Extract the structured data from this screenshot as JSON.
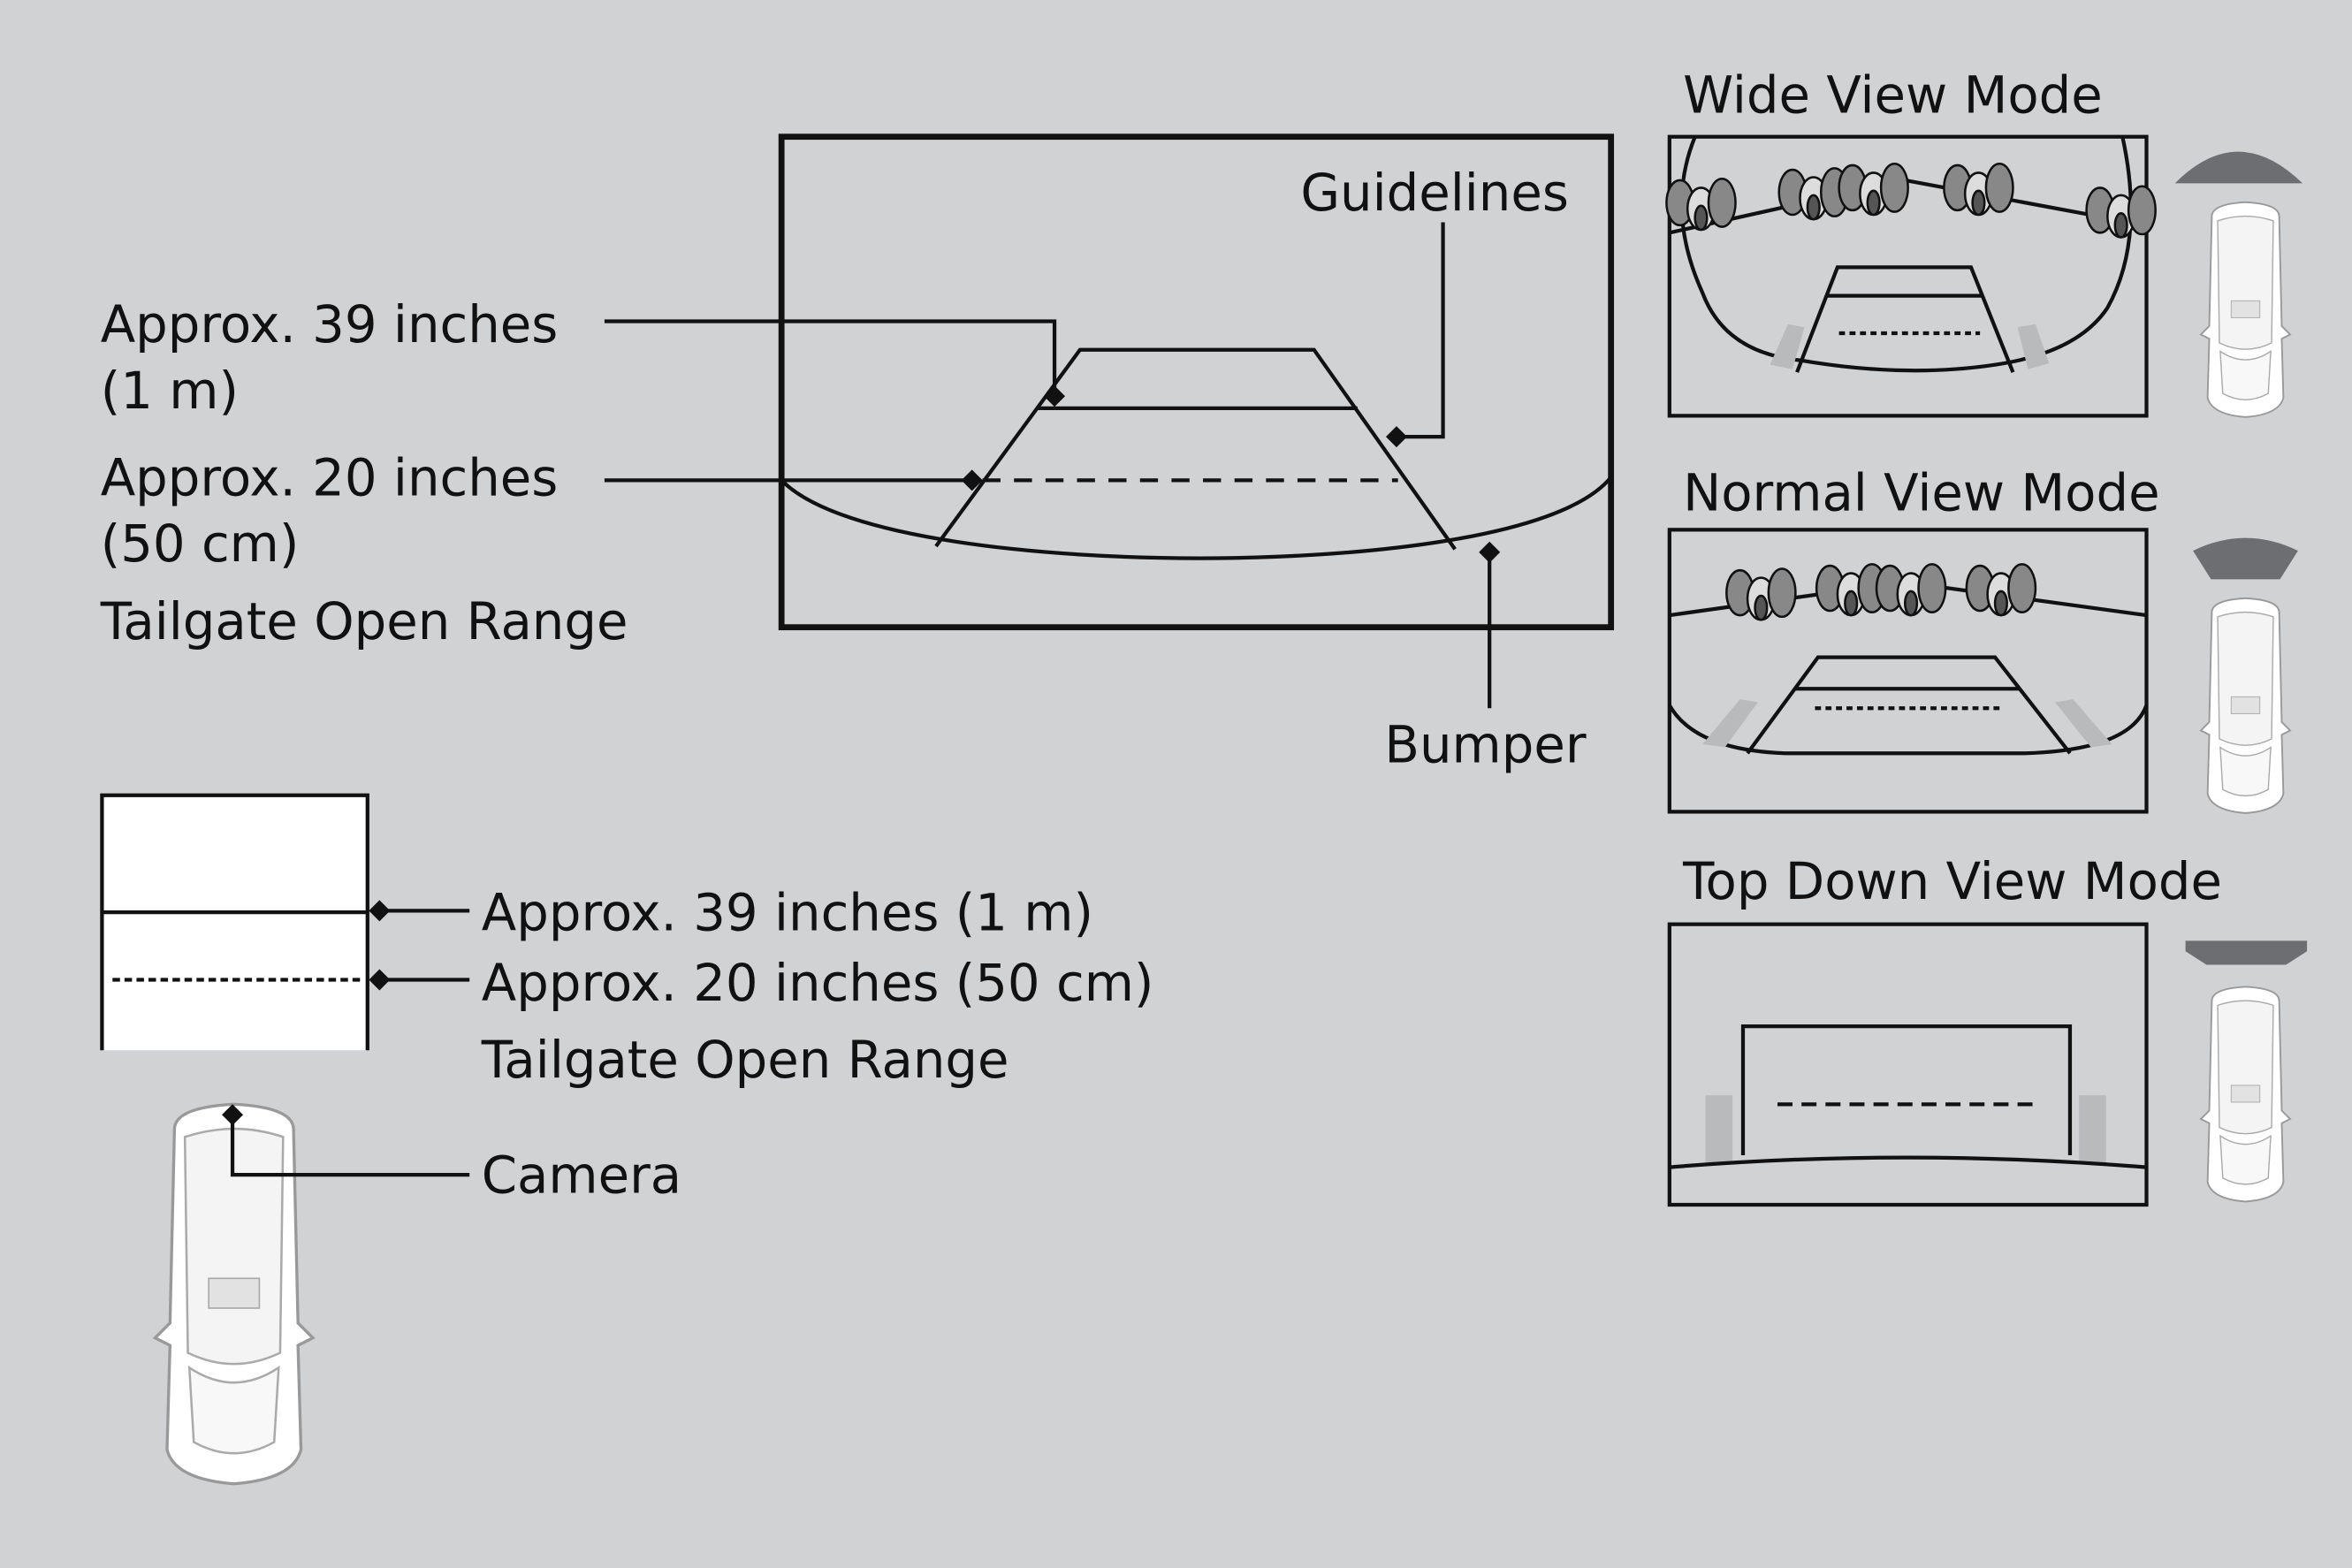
{
  "main_view": {
    "label_39": "Approx. 39 inches",
    "label_39_metric": "(1 m)",
    "label_20": "Approx. 20 inches",
    "label_20_metric": "(50 cm)",
    "label_tailgate": "Tailgate Open Range",
    "label_guidelines": "Guidelines",
    "label_bumper": "Bumper"
  },
  "top_view": {
    "label_39": "Approx. 39 inches (1 m)",
    "label_20": "Approx. 20 inches (50 cm)",
    "label_tailgate": "Tailgate Open Range",
    "label_camera": "Camera"
  },
  "modes": [
    {
      "title": "Wide View Mode"
    },
    {
      "title": "Normal View Mode"
    },
    {
      "title": "Top Down View Mode"
    }
  ],
  "colors": {
    "background": "#d1d2d4",
    "coverage": "#6d6e71",
    "marker": "#b9babc"
  }
}
